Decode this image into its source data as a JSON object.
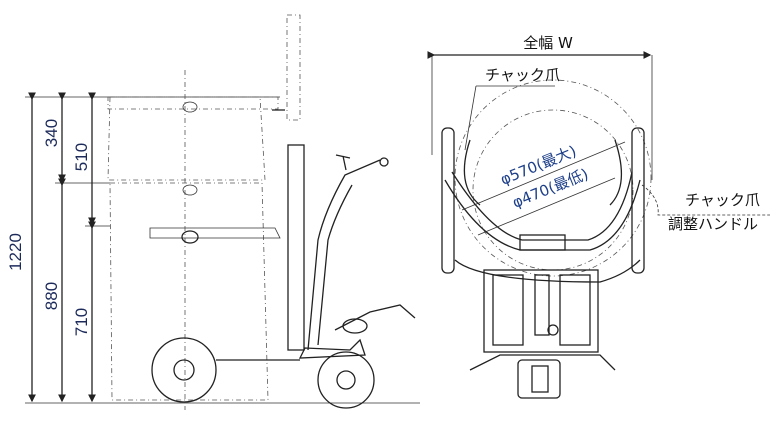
{
  "side_view": {
    "dimensions": {
      "total_height": "1220",
      "upper_a": "340",
      "lower_a": "880",
      "upper_b": "510",
      "lower_b": "710"
    }
  },
  "front_view": {
    "width_label": "全幅 W",
    "chuck_claw_label": "チャック爪",
    "drum_max_label": "φ570(最大)",
    "drum_min_label": "φ470(最低)",
    "adjust_handle_label_line1": "チャック爪",
    "adjust_handle_label_line2": "調整ハンドル"
  }
}
